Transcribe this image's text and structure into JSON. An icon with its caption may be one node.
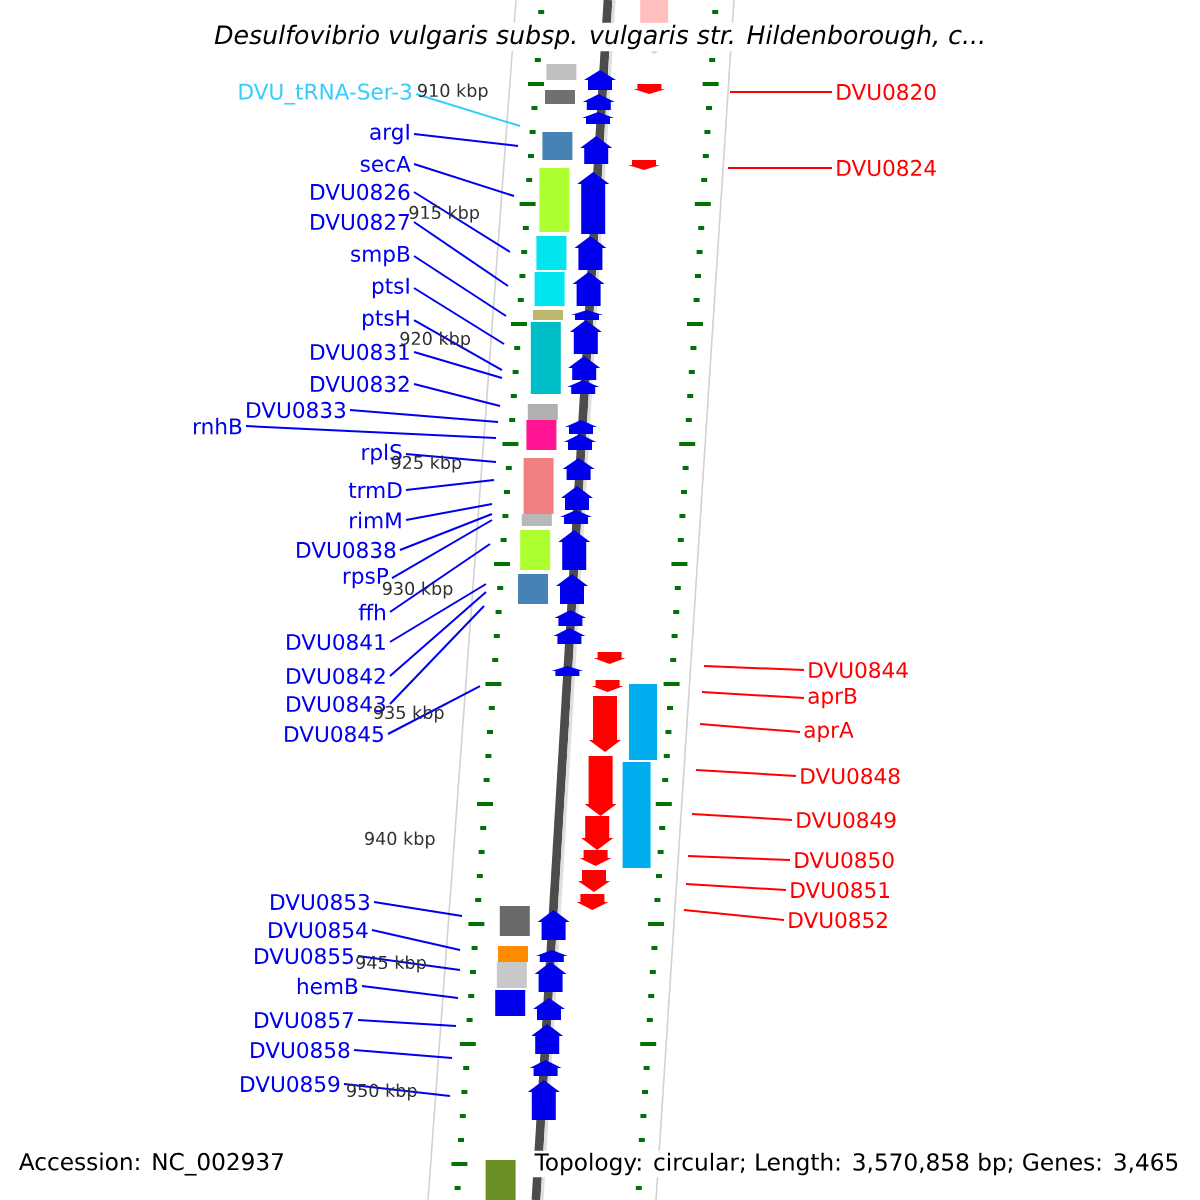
{
  "diagram": {
    "title": "Desulfovibrio vulgaris subsp. vulgaris str. Hildenborough, c...",
    "nodes": [
      {
        "text": [
          "DVU_tRNA-Ser-3"
        ]
      },
      {
        "text": [
          "argI"
        ]
      },
      {
        "text": [
          "secA"
        ]
      },
      {
        "text": [
          "DVU0826"
        ]
      },
      {
        "text": [
          "DVU0827"
        ]
      },
      {
        "text": [
          "smpB"
        ]
      },
      {
        "text": [
          "ptsI"
        ]
      },
      {
        "text": [
          "ptsH"
        ]
      },
      {
        "text": [
          "DVU0831"
        ]
      },
      {
        "text": [
          "DVU0832"
        ]
      },
      {
        "text": [
          "DVU0833"
        ]
      },
      {
        "text": [
          "rnhB"
        ]
      },
      {
        "text": [
          "rplS"
        ]
      },
      {
        "text": [
          "trmD"
        ]
      },
      {
        "text": [
          "rimM"
        ]
      },
      {
        "text": [
          "DVU0838"
        ]
      },
      {
        "text": [
          "rpsP"
        ]
      },
      {
        "text": [
          "ffh"
        ]
      },
      {
        "text": [
          "DVU0841"
        ]
      },
      {
        "text": [
          "DVU0842"
        ]
      },
      {
        "text": [
          "DVU0843"
        ]
      },
      {
        "text": [
          "DVU0845"
        ]
      },
      {
        "text": [
          "DVU0853"
        ]
      },
      {
        "text": [
          "DVU0854"
        ]
      },
      {
        "text": [
          "DVU0855"
        ]
      },
      {
        "text": [
          "hemB"
        ]
      },
      {
        "text": [
          "DVU0857"
        ]
      },
      {
        "text": [
          "DVU0858"
        ]
      },
      {
        "text": [
          "DVU0859"
        ]
      },
      {
        "text": [
          "DVU0820"
        ]
      },
      {
        "text": [
          "DVU0824"
        ]
      },
      {
        "text": [
          "DVU0844"
        ]
      },
      {
        "text": [
          "aprB"
        ]
      },
      {
        "text": [
          "aprA"
        ]
      },
      {
        "text": [
          "DVU0848"
        ]
      },
      {
        "text": [
          "DVU0849"
        ]
      },
      {
        "text": [
          "DVU0850"
        ]
      },
      {
        "text": [
          "DVU0851"
        ]
      },
      {
        "text": [
          "DVU0852"
        ]
      }
    ],
    "edges": [
      {
        "from": 0,
        "to": null,
        "arrow": "none",
        "color": "#33ccff"
      },
      {
        "from": 1,
        "to": null,
        "arrow": "none"
      },
      {
        "from": 2,
        "to": null,
        "arrow": "none"
      },
      {
        "from": 3,
        "to": null,
        "arrow": "none"
      },
      {
        "from": 4,
        "to": null,
        "arrow": "none"
      },
      {
        "from": 5,
        "to": null,
        "arrow": "none"
      },
      {
        "from": 6,
        "to": null,
        "arrow": "none"
      },
      {
        "from": 7,
        "to": null,
        "arrow": "none"
      },
      {
        "from": 8,
        "to": null,
        "arrow": "none"
      },
      {
        "from": 9,
        "to": null,
        "arrow": "none"
      },
      {
        "from": 10,
        "to": null,
        "arrow": "none"
      },
      {
        "from": 11,
        "to": null,
        "arrow": "none"
      },
      {
        "from": 12,
        "to": null,
        "arrow": "none"
      },
      {
        "from": 13,
        "to": null,
        "arrow": "none"
      },
      {
        "from": 14,
        "to": null,
        "arrow": "none"
      },
      {
        "from": 15,
        "to": null,
        "arrow": "none"
      },
      {
        "from": 16,
        "to": null,
        "arrow": "none"
      },
      {
        "from": 17,
        "to": null,
        "arrow": "none"
      },
      {
        "from": 18,
        "to": null,
        "arrow": "none"
      },
      {
        "from": 19,
        "to": null,
        "arrow": "none"
      },
      {
        "from": 20,
        "to": null,
        "arrow": "none"
      },
      {
        "from": 21,
        "to": null,
        "arrow": "none"
      },
      {
        "from": 22,
        "to": null,
        "arrow": "none"
      },
      {
        "from": 23,
        "to": null,
        "arrow": "none"
      },
      {
        "from": 24,
        "to": null,
        "arrow": "none"
      },
      {
        "from": 25,
        "to": null,
        "arrow": "none"
      },
      {
        "from": 26,
        "to": null,
        "arrow": "none"
      },
      {
        "from": 27,
        "to": null,
        "arrow": "none"
      },
      {
        "from": 28,
        "to": null,
        "arrow": "none"
      },
      {
        "from": 29,
        "to": null,
        "arrow": "none",
        "color": "#ff0000"
      },
      {
        "from": 30,
        "to": null,
        "arrow": "none",
        "color": "#ff0000"
      },
      {
        "from": 31,
        "to": null,
        "arrow": "none",
        "color": "#ff0000"
      },
      {
        "from": 32,
        "to": null,
        "arrow": "none",
        "color": "#ff0000"
      },
      {
        "from": 33,
        "to": null,
        "arrow": "none",
        "color": "#ff0000"
      },
      {
        "from": 34,
        "to": null,
        "arrow": "none",
        "color": "#ff0000"
      },
      {
        "from": 35,
        "to": null,
        "arrow": "none",
        "color": "#ff0000"
      },
      {
        "from": 36,
        "to": null,
        "arrow": "none",
        "color": "#ff0000"
      },
      {
        "from": 37,
        "to": null,
        "arrow": "none",
        "color": "#ff0000"
      },
      {
        "from": 38,
        "to": null,
        "arrow": "none",
        "color": "#ff0000"
      }
    ],
    "labels": [
      "910 kbp",
      "915 kbp",
      "920 kbp",
      "925 kbp",
      "930 kbp",
      "935 kbp",
      "940 kbp",
      "945 kbp",
      "950 kbp",
      "Accession: NC_002937",
      "Topology: circular; Length: 3,570,858 bp; Genes: 3,465"
    ]
  }
}
